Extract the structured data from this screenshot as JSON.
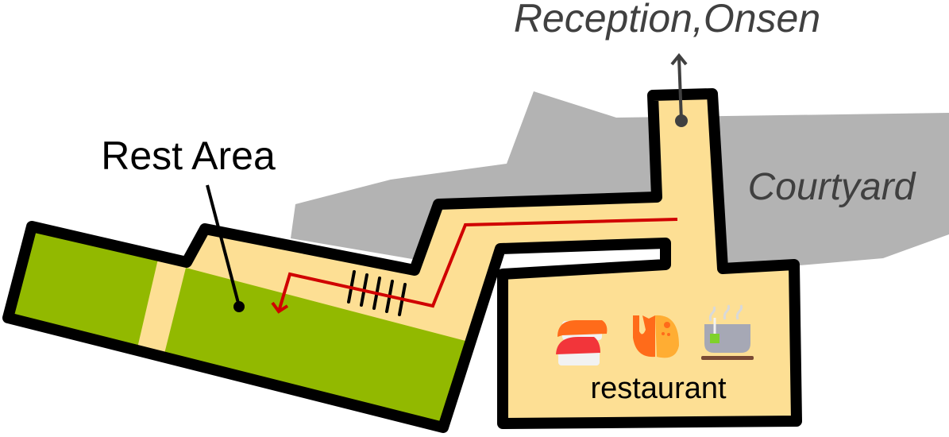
{
  "title": "Facility floor plan",
  "labels": {
    "reception": "Reception,Onsen",
    "courtyard": "Courtyard",
    "rest_area": "Rest Area",
    "restaurant": "restaurant"
  },
  "icons": {
    "restaurant": [
      "sushi-icon",
      "shrimp-icon",
      "tea-cup-icon"
    ],
    "exit_arrow": "arrow-up-icon",
    "route_arrow": "route-arrow-icon",
    "stairs": "stairs-icon"
  },
  "colors": {
    "corridor": "#FDDF94",
    "rest_area": "#92B900",
    "courtyard": "#B3B3B3",
    "wall": "#000000",
    "route": "#D00000",
    "label_gray": "#404040",
    "label_black": "#000000"
  }
}
